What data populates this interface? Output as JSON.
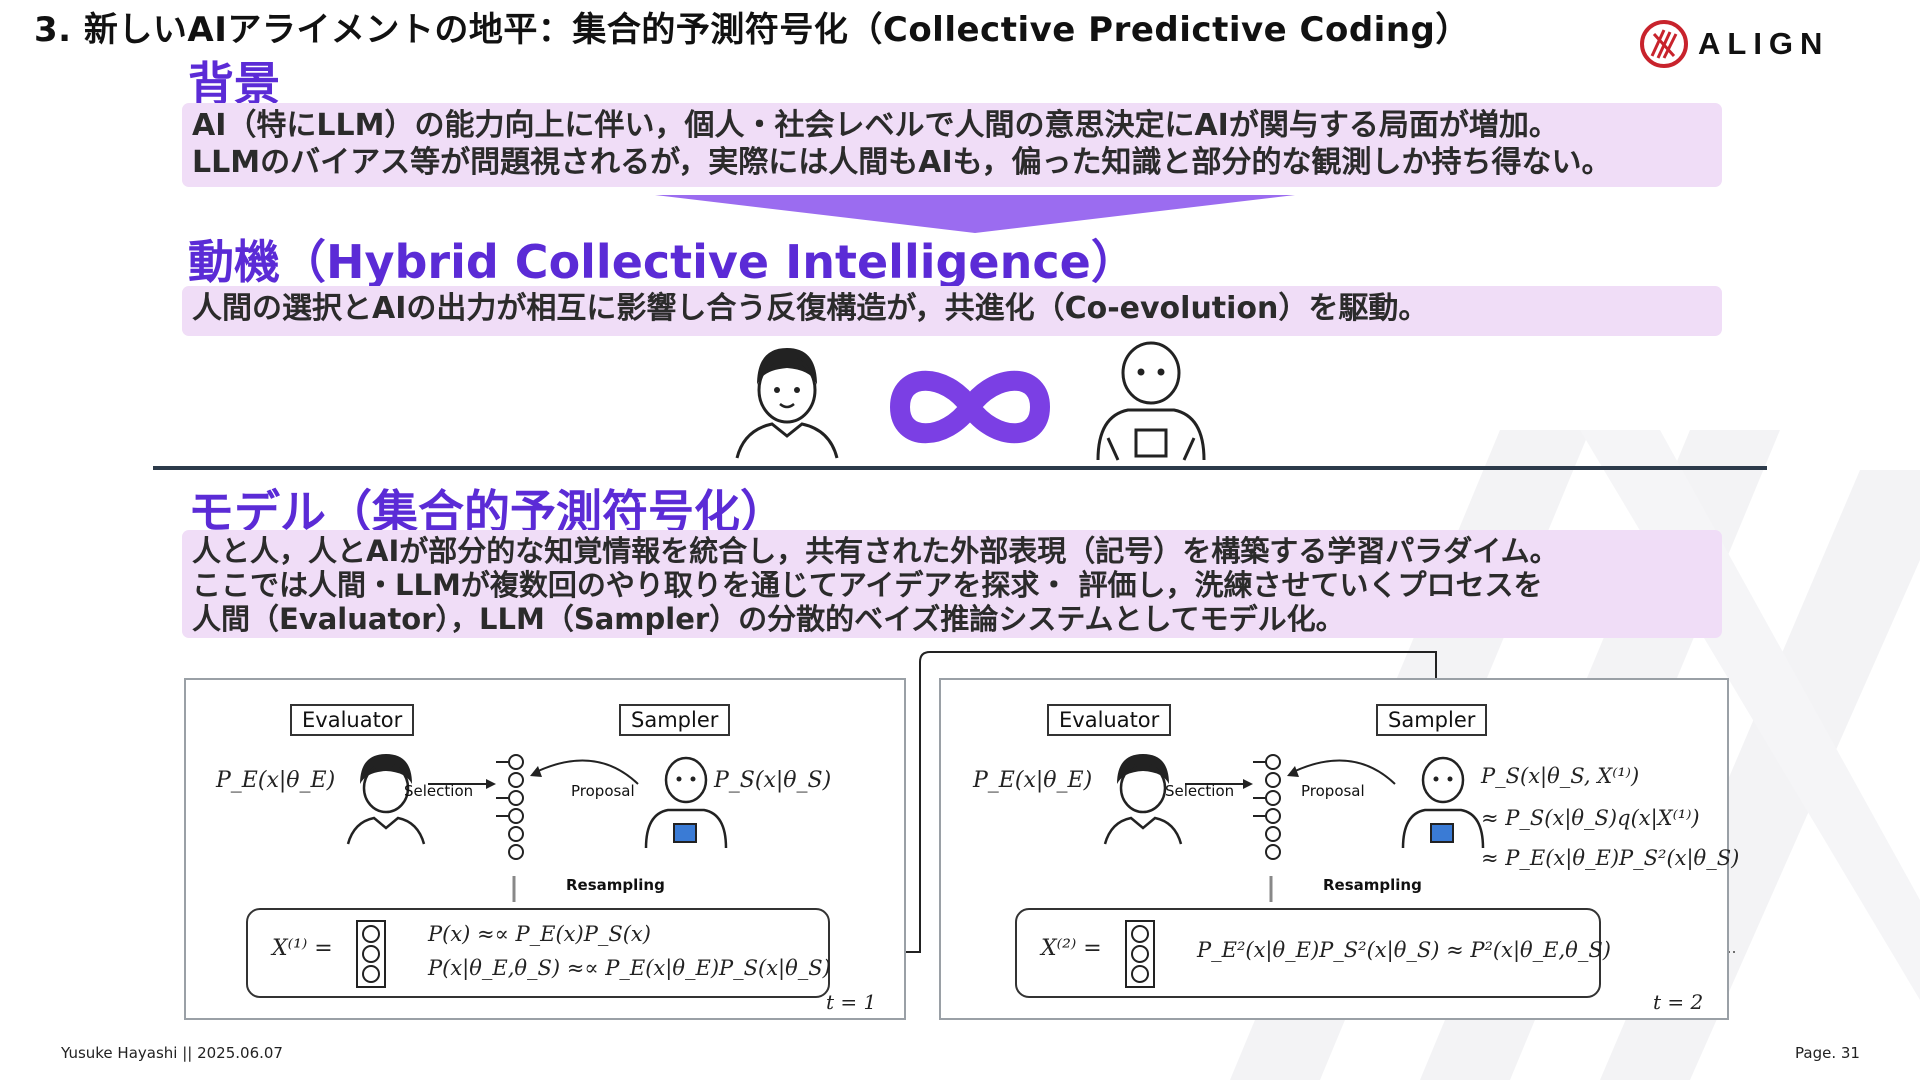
{
  "slide": {
    "title": "3. 新しいAIアライメントの地平：集合的予測符号化（Collective Predictive Coding）",
    "logo_text": "ALIGN",
    "colors": {
      "accent": "#5b2bd6",
      "box_bg": "#f0ddf7",
      "divider": "#2c3a4a",
      "arrow": "#9b6cf0"
    }
  },
  "background": {
    "heading": "背景",
    "lines": [
      "AI（特にLLM）の能力向上に伴い，個人・社会レベルで人間の意思決定にAIが関与する局面が増加。",
      "LLMのバイアス等が問題視されるが，実際には人間もAIも，偏った知識と部分的な観測しか持ち得ない。"
    ]
  },
  "motivation": {
    "heading": "動機（Hybrid Collective Intelligence）",
    "line": "人間の選択とAIの出力が相互に影響し合う反復構造が，共進化（Co-evolution）を駆動。",
    "icons": [
      "human-icon",
      "infinity-icon",
      "robot-icon"
    ]
  },
  "model": {
    "heading": "モデル（集合的予測符号化）",
    "lines": [
      "人と人，人とAIが部分的な知覚情報を統合し，共有された外部表現（記号）を構築する学習パラダイム。",
      "ここでは人間・LLMが複数回のやり取りを通じてアイデアを探求・ 評価し，洗練させていくプロセスを",
      "人間（Evaluator），LLM（Sampler）の分散的ベイズ推論システムとしてモデル化。"
    ]
  },
  "diagram": {
    "panel1": {
      "evaluator": "Evaluator",
      "sampler": "Sampler",
      "pe": "P_E(x|θ_E)",
      "ps": "P_S(x|θ_S)",
      "selection": "Selection",
      "proposal": "Proposal",
      "resampling": "Resampling",
      "x": "X⁽¹⁾ =",
      "f1": "P(x) ≈∝ P_E(x)P_S(x)",
      "f2": "P(x|θ_E,θ_S) ≈∝ P_E(x|θ_E)P_S(x|θ_S)",
      "t": "t = 1"
    },
    "panel2": {
      "evaluator": "Evaluator",
      "sampler": "Sampler",
      "pe": "P_E(x|θ_E)",
      "ps1": "P_S(x|θ_S, X⁽¹⁾)",
      "ps2": "≈ P_S(x|θ_S)q(x|X⁽¹⁾)",
      "ps3": "≈ P_E(x|θ_E)P_S²(x|θ_S)",
      "selection": "Selection",
      "proposal": "Proposal",
      "resampling": "Resampling",
      "x": "X⁽²⁾ =",
      "f": "P_E²(x|θ_E)P_S²(x|θ_S) ≈ P²(x|θ_E,θ_S)",
      "t": "t = 2"
    }
  },
  "footer": {
    "author": "Yusuke Hayashi  ||  2025.06.07",
    "page": "Page. 31"
  }
}
